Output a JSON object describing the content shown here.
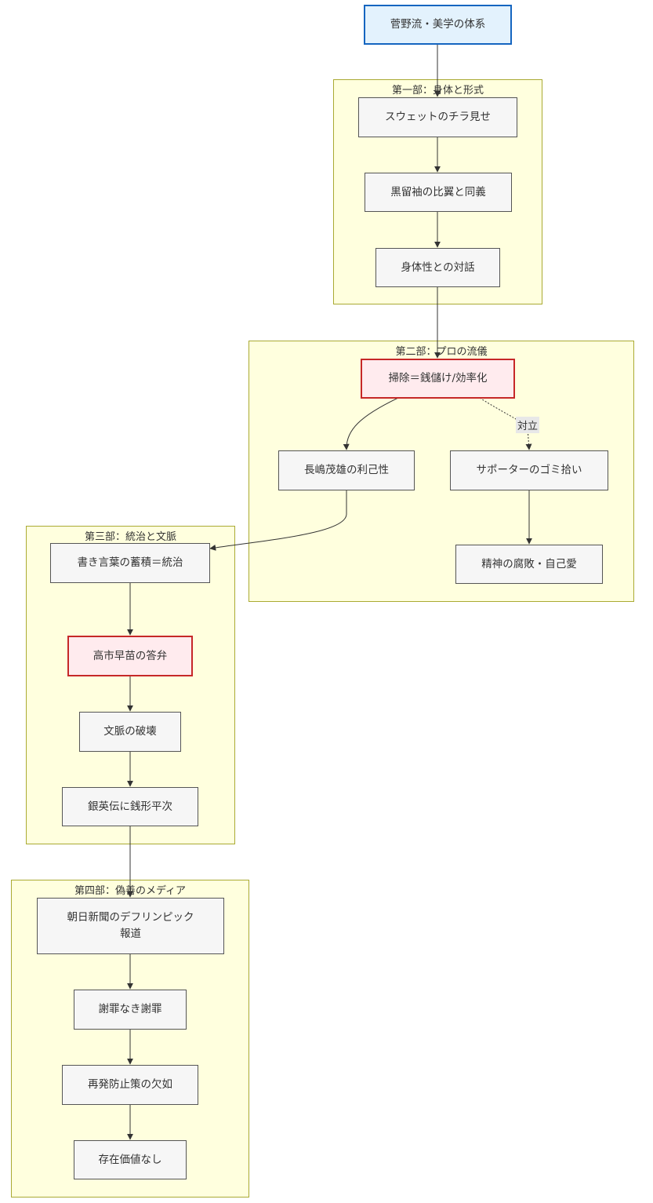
{
  "root": "菅野流・美学の体系",
  "clusters": {
    "part1": {
      "title": "第一部：身体と形式",
      "nodes": [
        "スウェットのチラ見せ",
        "黒留袖の比翼と同義",
        "身体性との対話"
      ]
    },
    "part2": {
      "title": "第二部：プロの流儀",
      "nodes": [
        "掃除＝銭儲け/効率化",
        "長嶋茂雄の利己性",
        "サポーターのゴミ拾い",
        "精神の腐敗・自己愛"
      ],
      "edge_label": "対立"
    },
    "part3": {
      "title": "第三部：統治と文脈",
      "nodes": [
        "書き言葉の蓄積＝統治",
        "高市早苗の答弁",
        "文脈の破壊",
        "銀英伝に銭形平次"
      ]
    },
    "part4": {
      "title": "第四部：偽善のメディア",
      "nodes": [
        "朝日新聞のデフリンピック\n報道",
        "謝罪なき謝罪",
        "再発防止策の欠如",
        "存在価値なし"
      ]
    }
  },
  "colors": {
    "cluster_fill": "#ffffde",
    "cluster_border": "#aaaa33",
    "node_fill": "#f6f6f6",
    "node_border": "#555555",
    "root_fill": "#e3f2fd",
    "root_border": "#1565c0",
    "alert_fill": "#ffebee",
    "alert_border": "#c62828",
    "edge": "#333333"
  }
}
